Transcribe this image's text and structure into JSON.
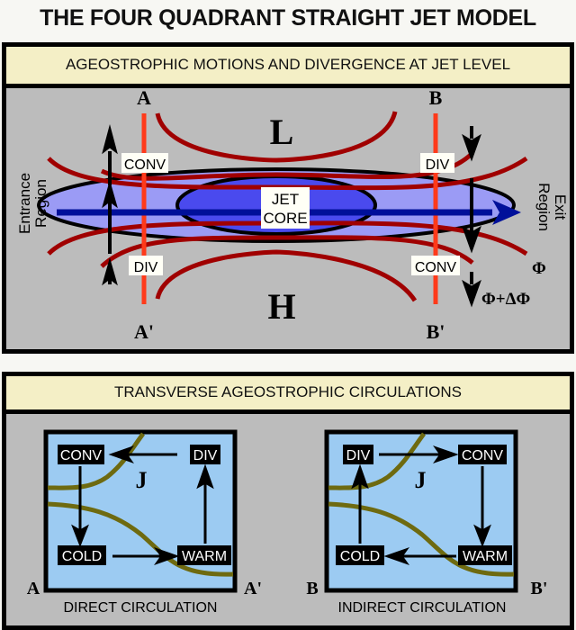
{
  "title": "THE FOUR QUADRANT STRAIGHT JET MODEL",
  "top_panel": {
    "header": "AGEOSTROPHIC MOTIONS AND DIVERGENCE AT JET LEVEL",
    "low_label": "L",
    "high_label": "H",
    "section_labels": {
      "a": "A",
      "a_prime": "A'",
      "b": "B",
      "b_prime": "B'"
    },
    "jet_core": [
      "JET",
      "CORE"
    ],
    "conv_label": "CONV",
    "div_label": "DIV",
    "entrance_region": [
      "Entrance",
      "Region"
    ],
    "exit_region": [
      "Exit",
      "Region"
    ],
    "phi_label": "Φ",
    "phi_delta_label": "Φ+ΔΦ",
    "colors": {
      "background": "#bcbcbc",
      "contour": "#a00000",
      "outer_jet": "#9b9bf5",
      "inner_jet": "#4a4aee",
      "jet_axis": "#00109a",
      "section_line": "#ff3a1a"
    }
  },
  "bottom_panel": {
    "header": "TRANSVERSE AGEOSTROPHIC CIRCULATIONS",
    "direct": {
      "caption": "DIRECT CIRCULATION",
      "left_label": "A",
      "right_label": "A'",
      "jet_label": "J",
      "boxes": {
        "top_left": "CONV",
        "top_right": "DIV",
        "bottom_left": "COLD",
        "bottom_right": "WARM"
      }
    },
    "indirect": {
      "caption": "INDIRECT CIRCULATION",
      "left_label": "B",
      "right_label": "B'",
      "jet_label": "J",
      "boxes": {
        "top_left": "DIV",
        "top_right": "CONV",
        "bottom_left": "COLD",
        "bottom_right": "WARM"
      }
    },
    "colors": {
      "box_fill": "#9ccbf2",
      "isentrope": "#6e6a10"
    }
  }
}
